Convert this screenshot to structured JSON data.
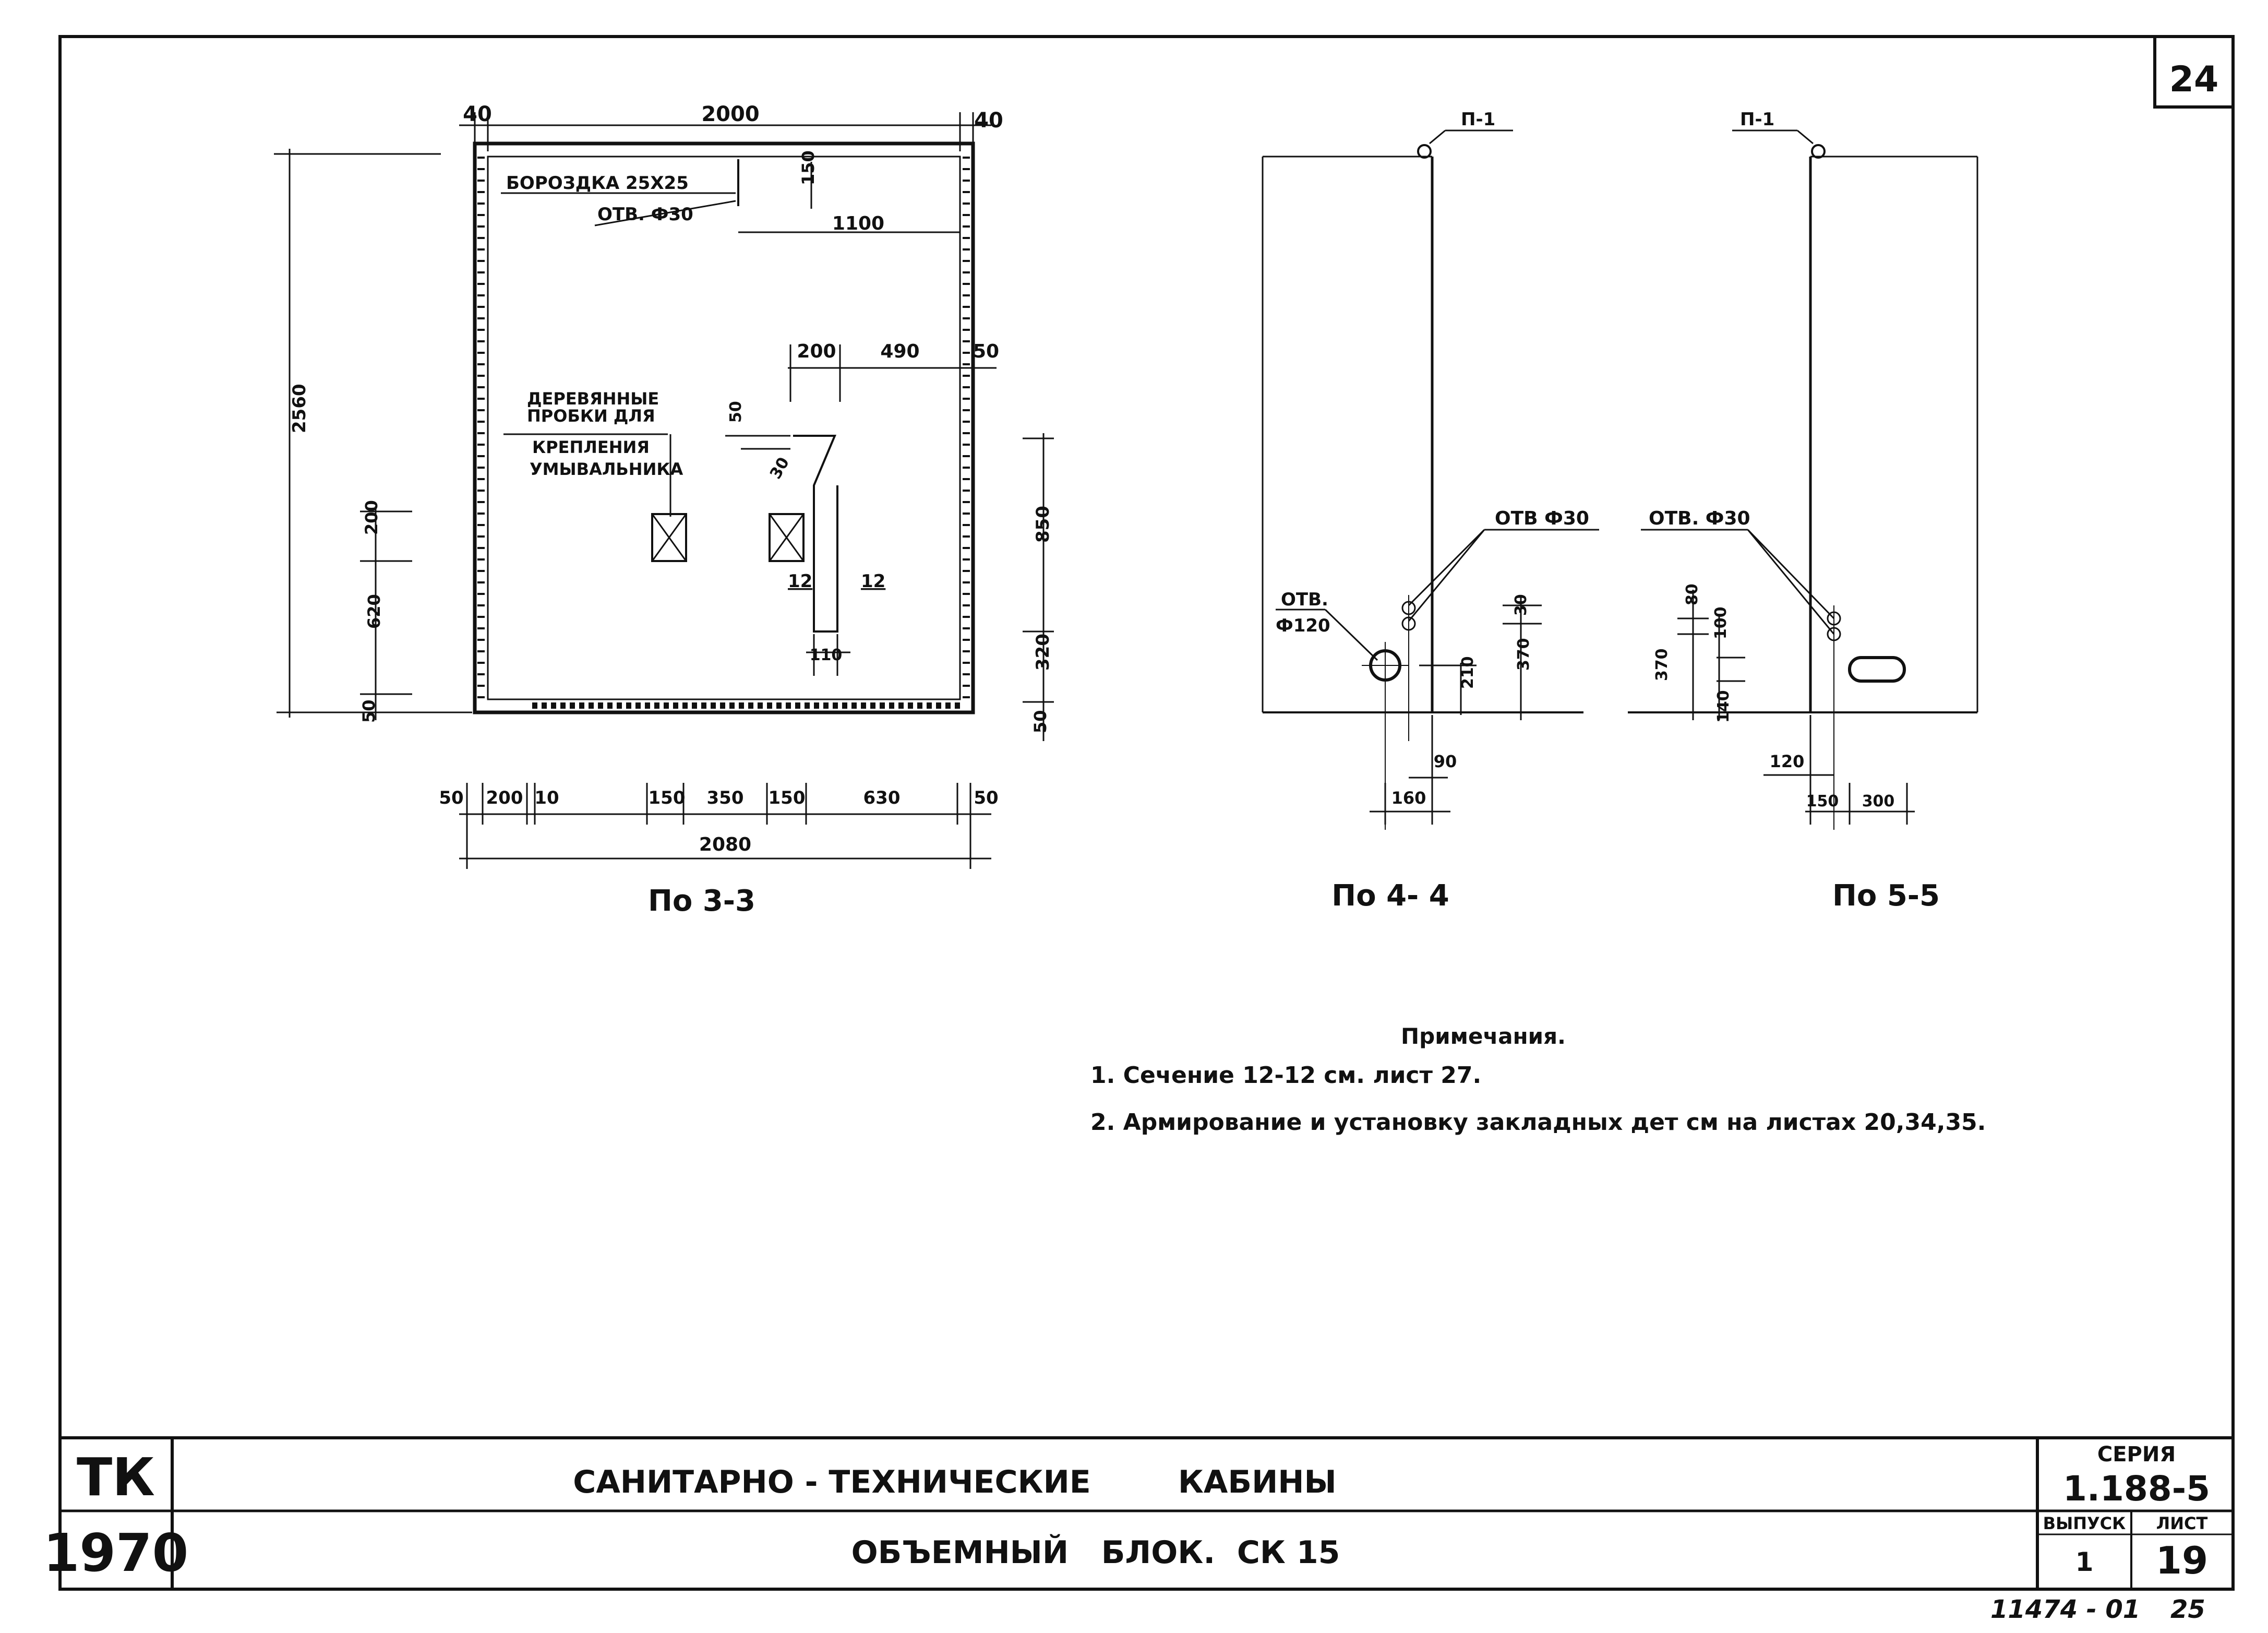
{
  "sheet": {
    "page_number": "24",
    "footer_code": "11474 - 01",
    "footer_page": "25"
  },
  "title_block": {
    "left_top": "ТК",
    "left_bottom": "1970",
    "title_top": "САНИТАРНО - ТЕХНИЧЕСКИЕ        КАБИНЫ",
    "title_bottom": "ОБЪЕМНЫЙ   БЛОК.  СК 15",
    "series_label": "СЕРИЯ",
    "series_value": "1.188-5",
    "issue_label": "ВЫПУСК",
    "issue_value": "1",
    "sheet_label": "ЛИСТ",
    "sheet_value": "19"
  },
  "view_3_3": {
    "caption": "По 3-3",
    "dim_top_left": "40",
    "dim_top_mid": "2000",
    "dim_top_right": "40",
    "groove_label": "БОРОЗДКА 25Х25",
    "hole_label": "ОТВ. Ф30",
    "dim_150": "150",
    "dim_1100": "1100",
    "dim_200": "200",
    "dim_490": "490",
    "dim_50r": "50",
    "wood_label_1": "ДЕРЕВЯННЫЕ",
    "wood_label_2": "ПРОБКИ ДЛЯ",
    "wood_label_3": "КРЕПЛЕНИЯ",
    "wood_label_4": "УМЫВАЛЬНИКА",
    "dim_50a": "50",
    "dim_30": "30",
    "section_a": "12",
    "section_b": "12",
    "dim_110": "110",
    "dim_2560": "2560",
    "dim_200v": "200",
    "dim_620": "620",
    "dim_50b": "50",
    "dim_850": "850",
    "dim_320": "320",
    "dim_50c": "50",
    "b_50a": "50",
    "b_200": "200",
    "b_10": "10",
    "b_150a": "150",
    "b_350": "350",
    "b_150b": "150",
    "b_630": "630",
    "b_50b": "50",
    "b_2080": "2080"
  },
  "view_4_4": {
    "caption": "По 4- 4",
    "tag": "П-1",
    "hole30": "ОТВ Ф30",
    "hole120a": "ОТВ.",
    "hole120b": "Ф120",
    "d_30": "30",
    "d_210": "210",
    "d_370": "370",
    "d_90": "90",
    "d_160": "160"
  },
  "view_5_5": {
    "caption": "По 5-5",
    "tag": "П-1",
    "hole30": "ОТВ. Ф30",
    "d_80": "80",
    "d_100": "100",
    "d_370": "370",
    "d_140": "140",
    "d_120": "120",
    "d_150": "150",
    "d_300": "300"
  },
  "notes": {
    "heading": "Примечания.",
    "note1": "1. Сечение   12-12   см. лист  27.",
    "note2": "2. Армирование  и  установку  закладных  дет  см  на  листах  20,34,35."
  }
}
